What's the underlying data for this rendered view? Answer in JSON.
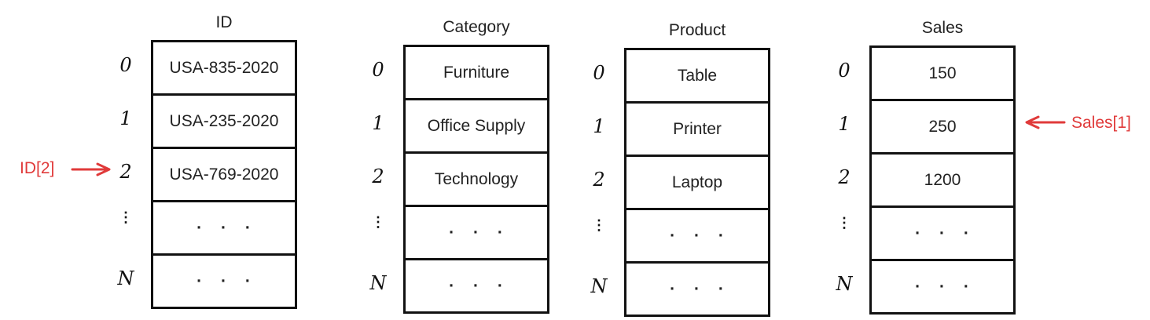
{
  "indices": [
    "0",
    "1",
    "2",
    "⋮",
    "N"
  ],
  "columns": [
    {
      "header": "ID",
      "cells": [
        "USA-835-2020",
        "USA-235-2020",
        "USA-769-2020",
        "· · ·",
        "· · ·"
      ]
    },
    {
      "header": "Category",
      "cells": [
        "Furniture",
        "Office Supply",
        "Technology",
        "· · ·",
        "· · ·"
      ]
    },
    {
      "header": "Product",
      "cells": [
        "Table",
        "Printer",
        "Laptop",
        "· · ·",
        "· · ·"
      ]
    },
    {
      "header": "Sales",
      "cells": [
        "150",
        "250",
        "1200",
        "· · ·",
        "· · ·"
      ]
    }
  ],
  "annotations": {
    "id_pointer": "ID[2]",
    "sales_pointer": "Sales[1]"
  },
  "colors": {
    "annotation": "#e03a3a",
    "stroke": "#111111"
  }
}
